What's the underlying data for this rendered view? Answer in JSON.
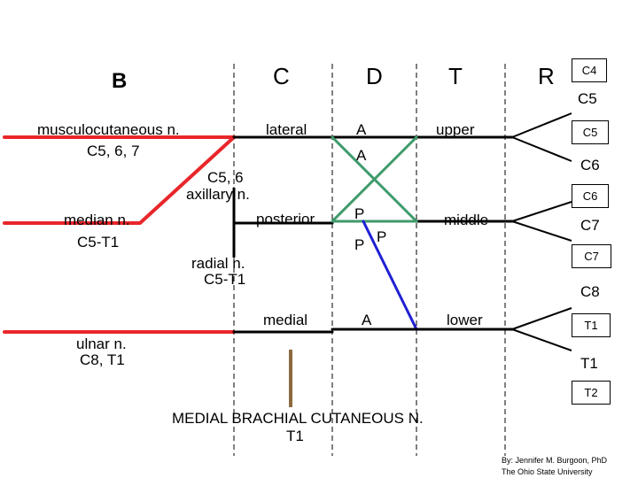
{
  "headers": {
    "b": "B",
    "c": "C",
    "d": "D",
    "t": "T",
    "r": "R"
  },
  "nerves": {
    "musculocutaneous": "musculocutaneous n.",
    "musculocutaneous_roots": "C5, 6, 7",
    "axillary_roots": "C5, 6",
    "axillary": "axillary n.",
    "median": "median n.",
    "median_roots": "C5-T1",
    "radial": "radial n.",
    "radial_roots": "C5-T1",
    "ulnar": "ulnar n.",
    "ulnar_roots": "C8, T1",
    "medial_brachial_cutaneous": "MEDIAL BRACHIAL CUTANEOUS N.",
    "medial_brachial_cutaneous_roots": "T1"
  },
  "cords": {
    "lateral": "lateral",
    "posterior": "posterior",
    "medial": "medial"
  },
  "divisions": {
    "a_top": "A",
    "a_mid": "A",
    "p_left": "P",
    "p_low": "P",
    "p_right": "P",
    "a_low": "A"
  },
  "trunks": {
    "upper": "upper",
    "middle": "middle",
    "lower": "lower"
  },
  "roots": {
    "c4": "C4",
    "c5a": "C5",
    "c5b": "C5",
    "c6a": "C6",
    "c6b": "C6",
    "c7a": "C7",
    "c7b": "C7",
    "c8": "C8",
    "t1a": "T1",
    "t1b": "T1",
    "t2": "T2"
  },
  "credit": {
    "line1": "By: Jennifer M. Burgoon, PhD",
    "line2": "The Ohio State University"
  },
  "colors": {
    "red": "#e8262a",
    "green": "#3f9a6b",
    "blue": "#1f1fd6",
    "brown": "#8b6a3e",
    "black": "#000000"
  }
}
